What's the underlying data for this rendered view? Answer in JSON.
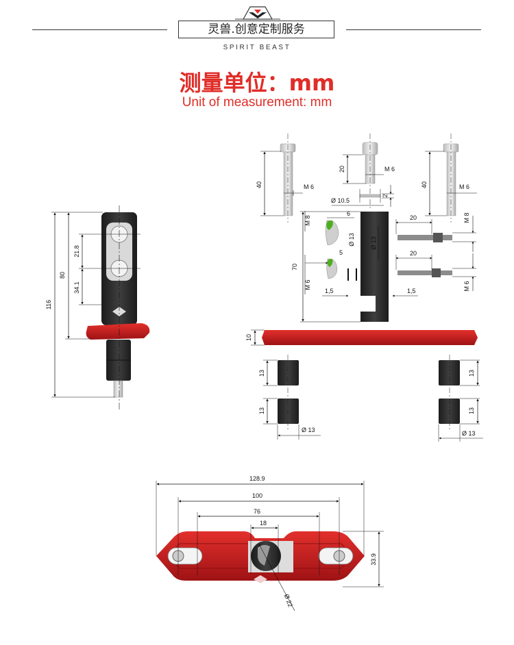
{
  "header": {
    "brand_cn": "灵兽.创意定制服务",
    "brand_en": "SPIRIT BEAST",
    "logo_icon": "spirit-beast-logo"
  },
  "unit": {
    "cn": "测量单位：mm",
    "en": "Unit of measurement: mm"
  },
  "side_view": {
    "total_height": "116",
    "body_height": "80",
    "hole_spacing": "21.8",
    "lower_span": "34.1"
  },
  "exploded_view": {
    "bolt_left_length": "40",
    "bolt_left_thread": "M 6",
    "bolt_center_length": "20",
    "bolt_center_thread": "M 6",
    "washer_diameter": "Ø 10.5",
    "washer_thickness": "2",
    "bolt_right_length": "40",
    "bolt_right_thread": "M 6",
    "eccentric_thread_top": "M 8",
    "eccentric_width_top": "6",
    "eccentric_diameter": "Ø 13",
    "eccentric_width_bottom": "5",
    "eccentric_thread_bottom": "M 6",
    "body_diameter": "Ø 13",
    "body_height": "70",
    "gap_left": "1,5",
    "gap_right": "1,5",
    "pin_upper_length": "20",
    "pin_upper_thread": "M 8",
    "pin_lower_length": "20",
    "pin_lower_thread": "M 6",
    "bar_thickness": "10",
    "spacer_left_top": "13",
    "spacer_left_bottom": "13",
    "spacer_left_diameter": "Ø 13",
    "spacer_right_top": "13",
    "spacer_right_bottom": "13",
    "spacer_right_diameter": "Ø 13"
  },
  "top_view": {
    "overall_width": "128.9",
    "hole_spacing": "100",
    "slot_spacing": "76",
    "center_width": "18",
    "depth": "33.9",
    "clamp_diameter": "Ø 22"
  },
  "colors": {
    "accent_red": "#e02d28",
    "part_red": "#c8191a",
    "part_black": "#2b2b2b",
    "dim_line": "#111111"
  }
}
